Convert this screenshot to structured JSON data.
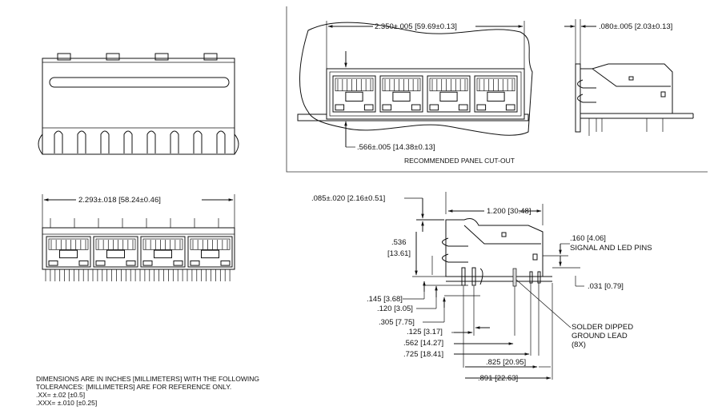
{
  "dimensions": {
    "panel_width": "2.350±.005 [59.69±0.13]",
    "panel_thickness": ".080±.005 [2.03±0.13]",
    "panel_height": ".566±.005 [14.38±0.13]",
    "body_width": "2.293±.018 [58.24±0.46]",
    "top_offset": ".085±.020 [2.16±0.51]",
    "depth": "1.200 [30.48]",
    "height_in": ".536",
    "height_mm": "[13.61]",
    "pin_height_a": ".145 [3.68]",
    "pin_height_b": ".120 [3.05]",
    "pin_height_c": ".305 [7.75]",
    "pin_x_a": ".125 [3.17]",
    "pin_x_b": ".562 [14.27]",
    "pin_x_c": ".725 [18.41]",
    "pin_x_d": ".825 [20.95]",
    "pin_x_e": ".891 [22.63]",
    "signal_dim": ".160 [4.06]",
    "signal_label": "SIGNAL AND LED PINS",
    "pin_width": ".031 [0.79]"
  },
  "labels": {
    "panel_cutout": "RECOMMENDED PANEL CUT-OUT",
    "solder_line1": "SOLDER DIPPED",
    "solder_line2": "GROUND LEAD",
    "solder_line3": "(8X)"
  },
  "notes": {
    "line1": "DIMENSIONS ARE IN INCHES [MILLIMETERS] WITH THE FOLLOWING",
    "line2": "TOLERANCES:  [MILLIMETERS] ARE FOR REFERENCE ONLY.",
    "line3": ".XX=  ±.02   [±0.5]",
    "line4": ".XXX=  ±.010 [±0.25]"
  }
}
